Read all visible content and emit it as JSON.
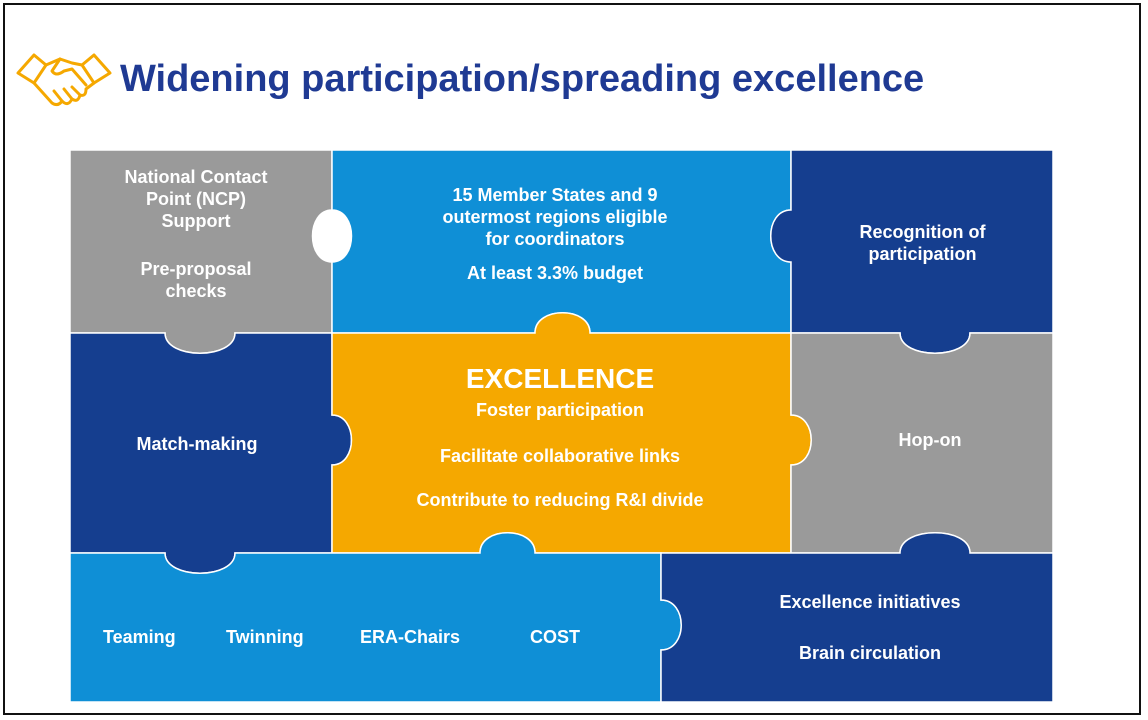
{
  "title": "Widening participation/spreading excellence",
  "colors": {
    "title": "#1f3a93",
    "grey": "#9a9a9a",
    "light_blue": "#0f8fd6",
    "dark_blue": "#153e8f",
    "orange": "#f5a800",
    "logo": "#f5a800"
  },
  "pieces": {
    "ncp": {
      "line1": "National Contact",
      "line2": "Point (NCP)",
      "line3": "Support",
      "line4": "Pre-proposal",
      "line5": "checks"
    },
    "member_states": {
      "line1": "15 Member States and 9",
      "line2": "outermost regions eligible",
      "line3": "for coordinators",
      "line4": "At least 3.3% budget"
    },
    "recognition": {
      "line1": "Recognition of",
      "line2": "participation"
    },
    "match_making": {
      "label": "Match-making"
    },
    "excellence": {
      "heading": "EXCELLENCE",
      "line1": "Foster participation",
      "line2": "Facilitate collaborative links",
      "line3": "Contribute to reducing R&I divide"
    },
    "hop_on": {
      "label": "Hop-on"
    },
    "bottom_left": {
      "teaming": "Teaming",
      "twinning": "Twinning",
      "era_chairs": "ERA-Chairs",
      "cost": "COST"
    },
    "bottom_right": {
      "line1": "Excellence initiatives",
      "line2": "Brain circulation"
    }
  },
  "logo_icon": "handshake-icon"
}
